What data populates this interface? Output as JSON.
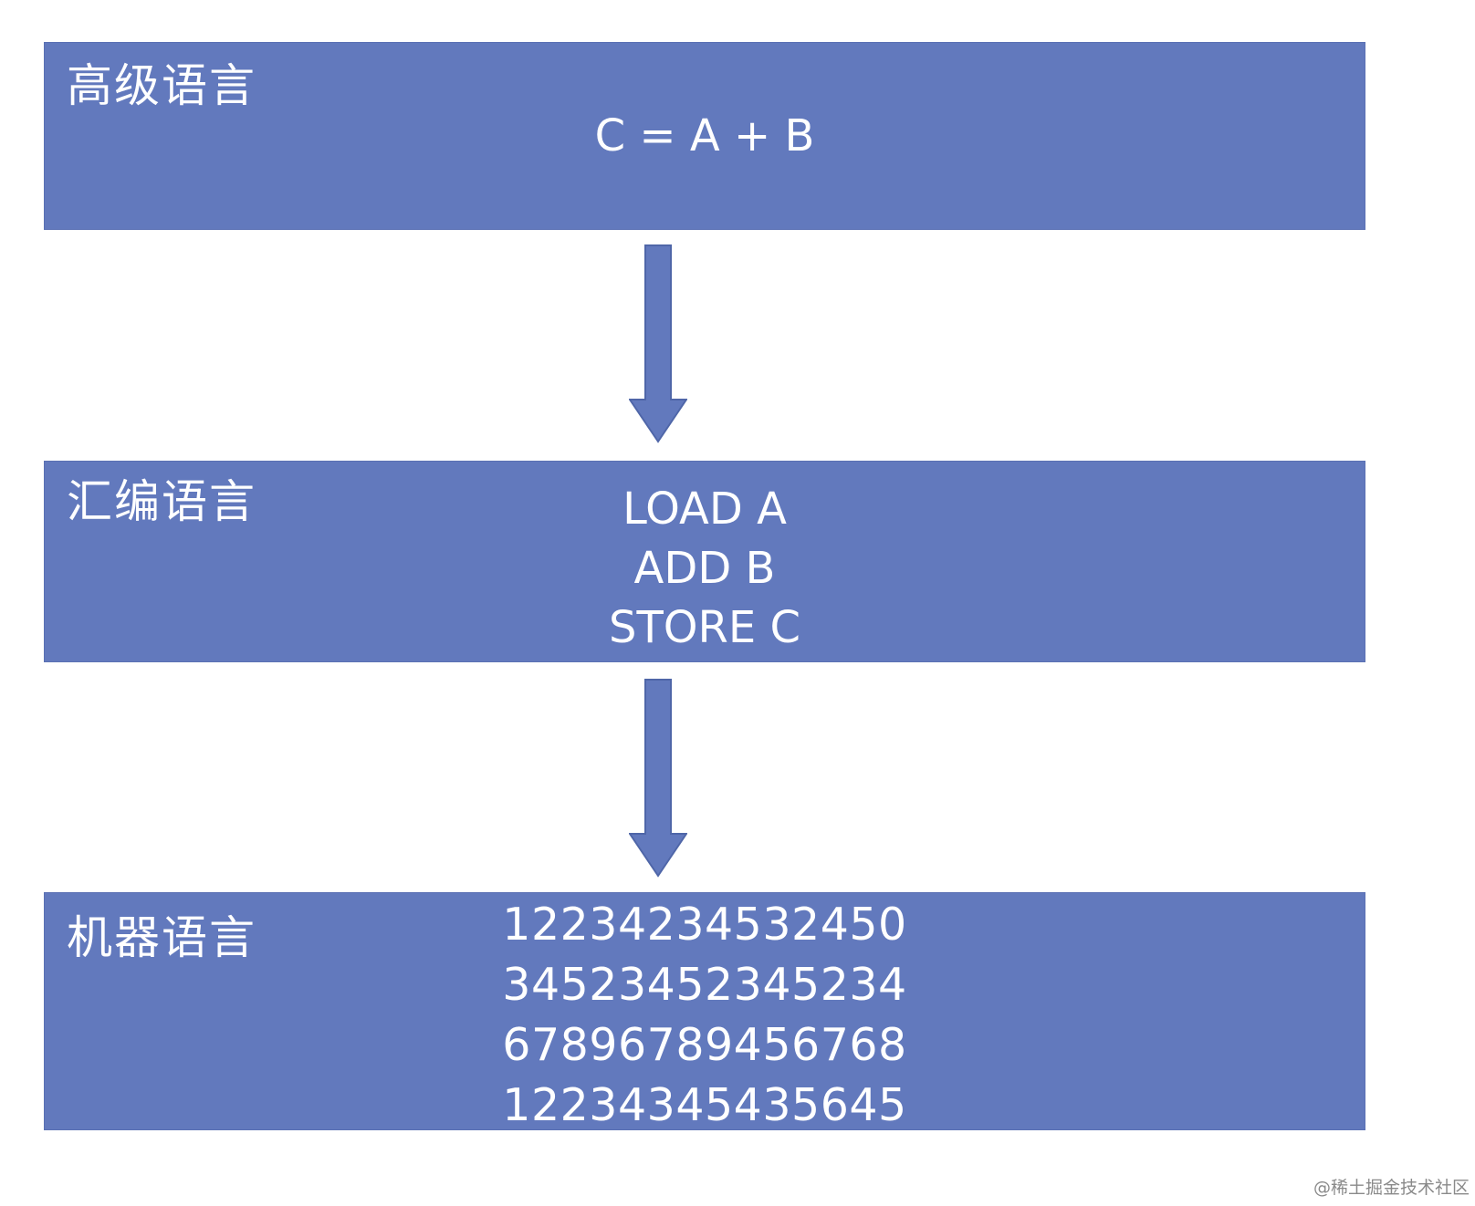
{
  "diagram": {
    "levels": [
      {
        "title": "高级语言",
        "lines": [
          "C = A + B"
        ]
      },
      {
        "title": "汇编语言",
        "lines": [
          "LOAD A",
          "ADD B",
          "STORE C"
        ]
      },
      {
        "title": "机器语言",
        "lines": [
          "12234234532450",
          "34523452345234",
          "67896789456768",
          "12234345435645"
        ]
      }
    ]
  },
  "colors": {
    "box_fill": "#6279bd",
    "arrow_fill": "#6279bd",
    "arrow_stroke": "#4f66a8",
    "text": "#ffffff"
  },
  "watermark": "@稀土掘金技术社区"
}
